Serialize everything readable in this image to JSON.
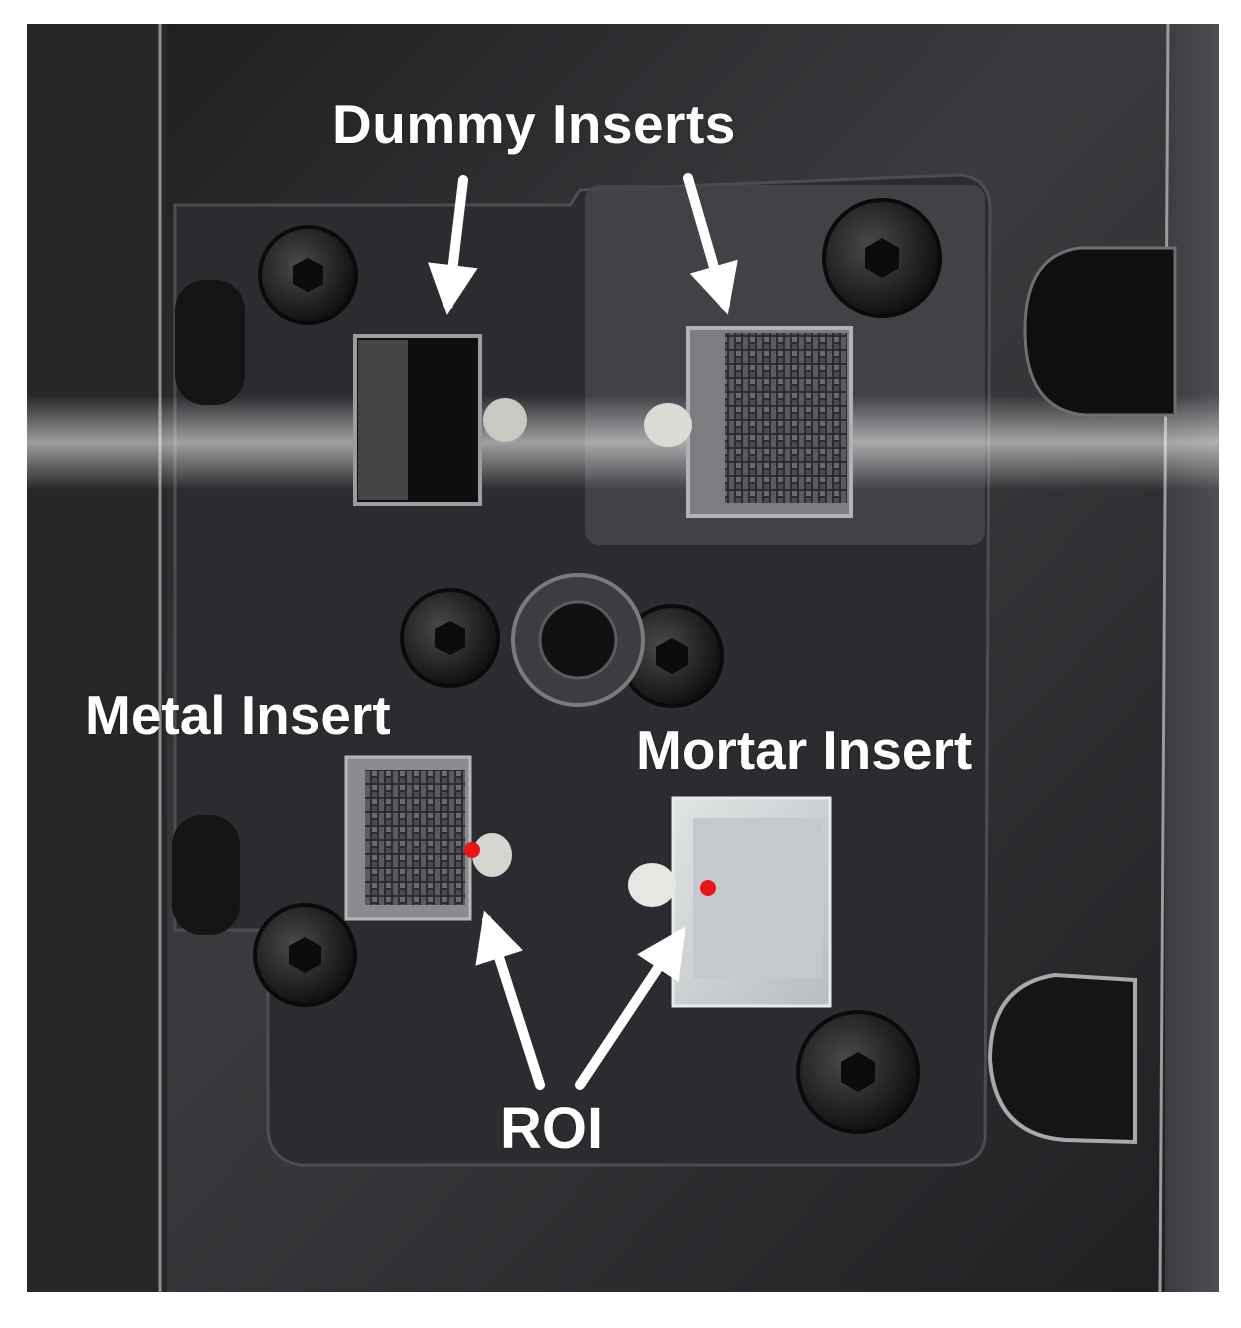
{
  "labels": {
    "dummy_inserts": "Dummy Inserts",
    "metal_insert": "Metal Insert",
    "mortar_insert": "Mortar Insert",
    "roi": "ROI"
  },
  "colors": {
    "annotation_text": "#ffffff",
    "arrow": "#ffffff",
    "roi_marker": "#e8141a",
    "plate_metal": "#2a2a2c",
    "mortar_surface": "#cfd2d3"
  }
}
